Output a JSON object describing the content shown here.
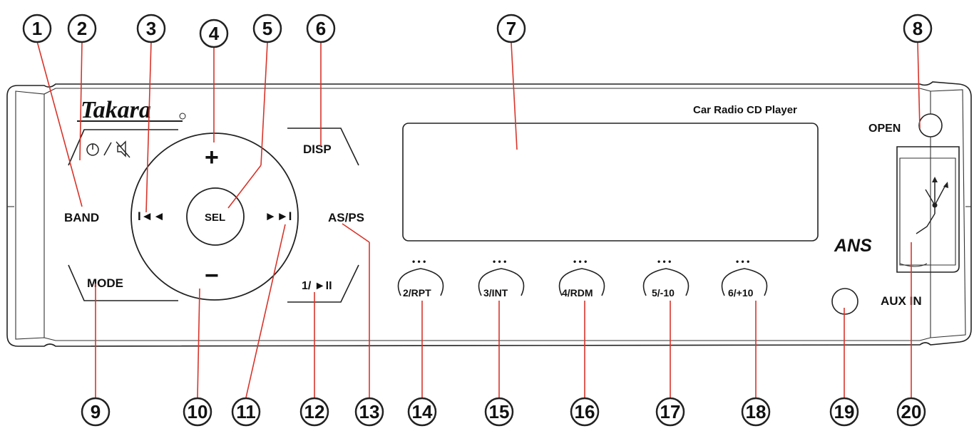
{
  "device": {
    "brand": "Takara",
    "product_label": "Car Radio CD Player",
    "ans_logo": "ANS"
  },
  "buttons": {
    "power_mute_icon": "power-mute-icon",
    "band": "BAND",
    "mode": "MODE",
    "disp": "DISP",
    "as_ps": "AS/PS",
    "play_pause": "1/ ►II",
    "sel": "SEL",
    "vol_up": "+",
    "vol_down": "−",
    "prev": "I◄◄",
    "next": "►►I",
    "preset_2": "2/RPT",
    "preset_3": "3/INT",
    "preset_4": "4/RDM",
    "preset_5": "5/-10",
    "preset_6": "6/+10",
    "open": "OPEN",
    "aux_in": "AUX IN"
  },
  "callouts": [
    "1",
    "2",
    "3",
    "4",
    "5",
    "6",
    "7",
    "8",
    "9",
    "10",
    "11",
    "12",
    "13",
    "14",
    "15",
    "16",
    "17",
    "18",
    "19",
    "20"
  ],
  "colors": {
    "leader": "#d8342a",
    "line": "#222222"
  }
}
